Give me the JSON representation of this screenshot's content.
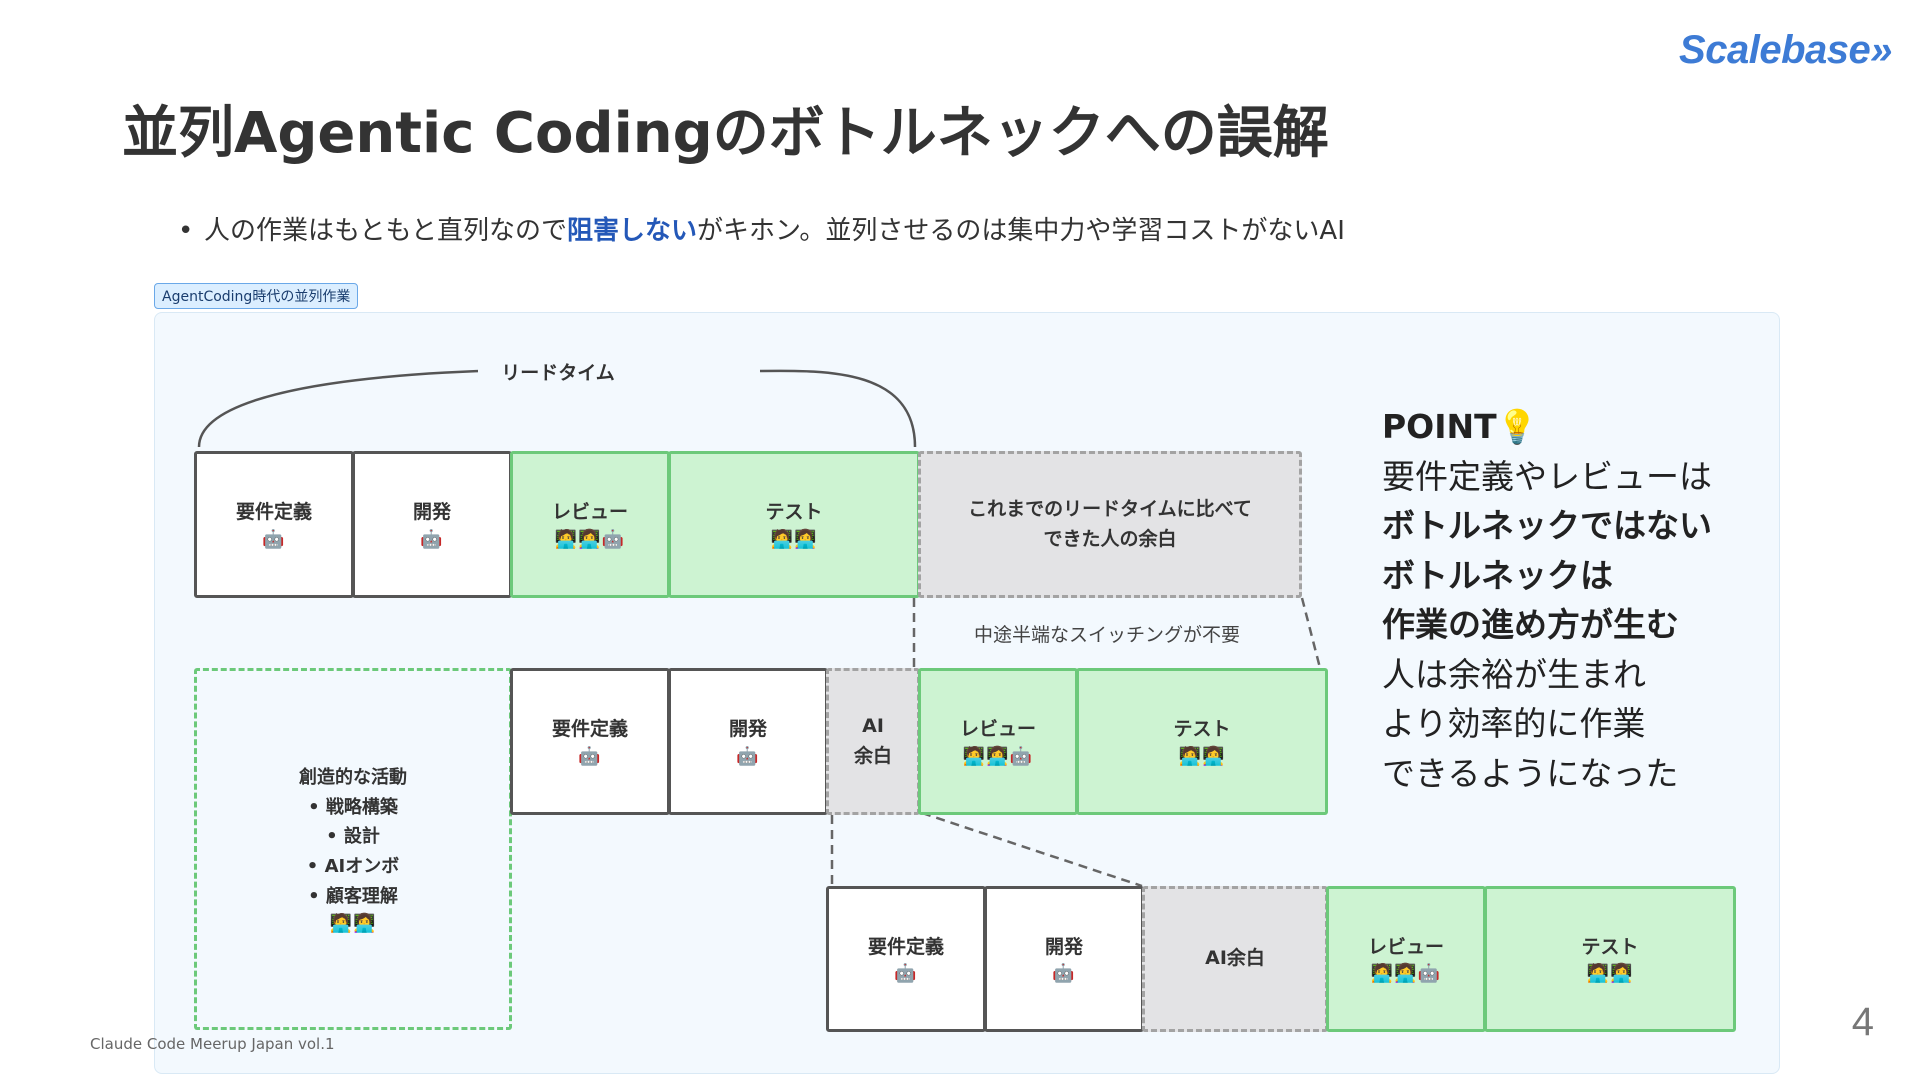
{
  "logo": "Scalebase»",
  "title": "並列Agentic Codingのボトルネックへの誤解",
  "bullet": {
    "before": "人の作業はもともと直列なので",
    "emphasis": "阻害しない",
    "after": "がキホン。並列させるのは集中力や学習コストがないAI"
  },
  "tag": "AgentCoding時代の並列作業",
  "lead_time_label": "リードタイム",
  "icons": {
    "robot": "🤖",
    "human_one": "🧑‍💻",
    "human_two": "👩‍💻"
  },
  "row1": {
    "req": {
      "label": "要件定義",
      "icon": "🤖"
    },
    "dev": {
      "label": "開発",
      "icon": "🤖"
    },
    "review": {
      "label": "レビュー",
      "icon": "🧑‍💻👩‍💻🤖"
    },
    "test": {
      "label": "テスト",
      "icon": "🧑‍💻👩‍💻"
    },
    "spare": {
      "line1": "これまでのリードタイムに比べて",
      "line2": "できた人の余白"
    }
  },
  "switching_note": "中途半端なスイッチングが不要",
  "creative": {
    "title": "創造的な活動",
    "items": [
      "戦略構築",
      "設計",
      "AIオンボ",
      "顧客理解"
    ],
    "icon": "🧑‍💻👩‍💻"
  },
  "row2": {
    "req": {
      "label": "要件定義",
      "icon": "🤖"
    },
    "dev": {
      "label": "開発",
      "icon": "🤖"
    },
    "ai_spare": {
      "line1": "AI",
      "line2": "余白"
    },
    "review": {
      "label": "レビュー",
      "icon": "🧑‍💻👩‍💻🤖"
    },
    "test": {
      "label": "テスト",
      "icon": "🧑‍💻👩‍💻"
    }
  },
  "row3": {
    "req": {
      "label": "要件定義",
      "icon": "🤖"
    },
    "dev": {
      "label": "開発",
      "icon": "🤖"
    },
    "ai_spare": {
      "label": "AI余白"
    },
    "review": {
      "label": "レビュー",
      "icon": "🧑‍💻👩‍💻🤖"
    },
    "test": {
      "label": "テスト",
      "icon": "🧑‍💻👩‍💻"
    }
  },
  "point": {
    "heading": "POINT💡",
    "lines": [
      {
        "text": "要件定義やレビューは",
        "bold": false
      },
      {
        "text": "ボトルネックではない",
        "bold": true
      },
      {
        "text": "ボトルネックは",
        "bold": true
      },
      {
        "text": "作業の進め方が生む",
        "bold": true
      },
      {
        "text": "人は余裕が生まれ",
        "bold": false
      },
      {
        "text": "より効率的に作業",
        "bold": false
      },
      {
        "text": "できるようになった",
        "bold": false
      }
    ]
  },
  "footer": "Claude Code Meerup Japan vol.1",
  "page_number": "4"
}
